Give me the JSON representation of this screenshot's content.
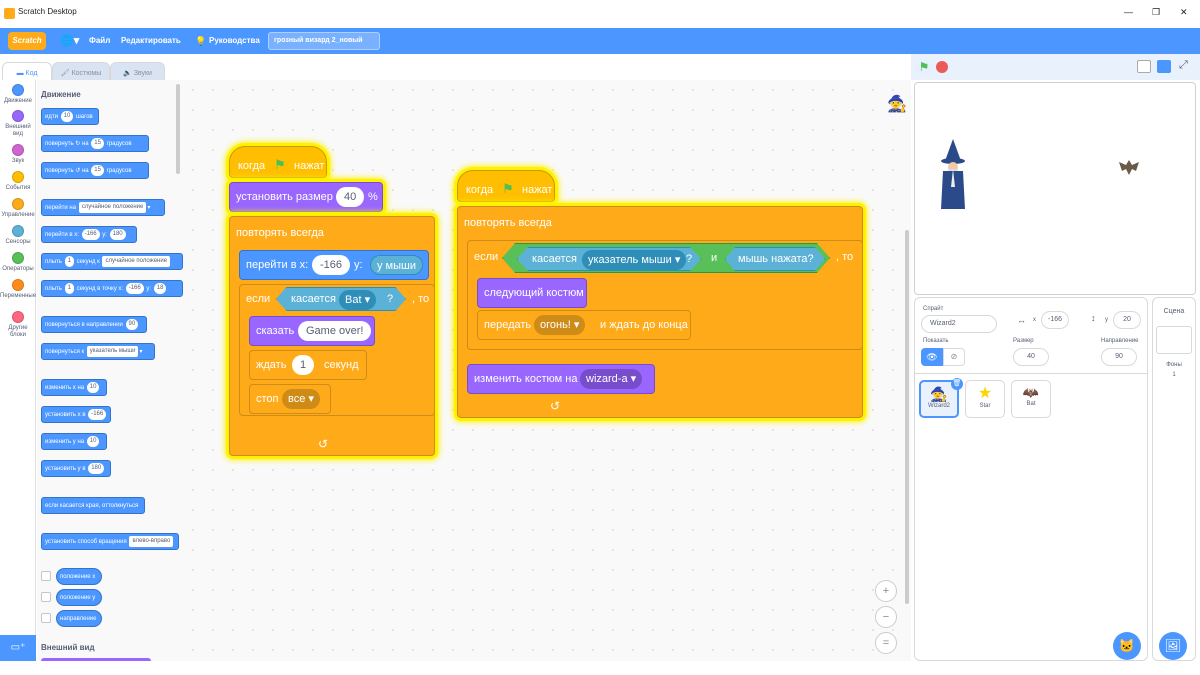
{
  "window": {
    "title": "Scratch Desktop",
    "controls": [
      "—",
      "❐",
      "✕"
    ]
  },
  "menubar": {
    "logo": "Scratch",
    "language_icon": "globe-icon",
    "file": "Файл",
    "edit": "Редактировать",
    "tutorials": "Руководства",
    "project_name": "грозный визард 2_новый"
  },
  "tabs": {
    "code": "Код",
    "costumes": "Костюмы",
    "sounds": "Звуки"
  },
  "categories": [
    {
      "label": "Движение",
      "color": "#4c97ff"
    },
    {
      "label": "Внешний вид",
      "color": "#9966ff"
    },
    {
      "label": "Звук",
      "color": "#cf63cf"
    },
    {
      "label": "События",
      "color": "#ffbf00"
    },
    {
      "label": "Управление",
      "color": "#ffab19"
    },
    {
      "label": "Сенсоры",
      "color": "#5cb1d6"
    },
    {
      "label": "Операторы",
      "color": "#59c059"
    },
    {
      "label": "Переменные",
      "color": "#ff8c1a"
    },
    {
      "label": "Другие блоки",
      "color": "#ff6680"
    }
  ],
  "palette": {
    "section_motion": "Движение",
    "move": {
      "a": "идти",
      "v": "10",
      "b": "шагов"
    },
    "turn_right": {
      "a": "повернуть",
      "b": "на",
      "v": "15",
      "c": "градусов"
    },
    "turn_left": {
      "a": "повернуть",
      "b": "на",
      "v": "15",
      "c": "градусов"
    },
    "goto": {
      "a": "перейти на",
      "v": "случайное положение"
    },
    "goto_xy": {
      "a": "перейти в x:",
      "x": "-166",
      "b": "y:",
      "y": "180"
    },
    "glide": {
      "a": "плыть",
      "v": "1",
      "b": "секунд к",
      "c": "случайное положение"
    },
    "glide_xy": {
      "a": "плыть",
      "v": "1",
      "b": "секунд в точку x:",
      "x": "-166",
      "c": "y:",
      "y": "18"
    },
    "point_dir": {
      "a": "повернуться в направлении",
      "v": "90"
    },
    "point_to": {
      "a": "повернуться к",
      "v": "указатель мыши"
    },
    "change_x": {
      "a": "изменить х на",
      "v": "10"
    },
    "set_x": {
      "a": "установить х в",
      "v": "-166"
    },
    "change_y": {
      "a": "изменить у на",
      "v": "10"
    },
    "set_y": {
      "a": "установить у в",
      "v": "180"
    },
    "bounce": "если касается края, оттолкнуться",
    "rot_style": {
      "a": "установить способ вращения",
      "v": "влево-вправо"
    },
    "rep_x": "положение x",
    "rep_y": "положение y",
    "rep_dir": "направление",
    "section_looks": "Внешний вид"
  },
  "script1": {
    "hat": {
      "a": "когда",
      "b": "нажат"
    },
    "setsize": {
      "a": "установить размер",
      "v": "40",
      "b": "%"
    },
    "forever": "повторять всегда",
    "goto": {
      "a": "перейти в x:",
      "x": "-166",
      "b": "y:",
      "y": "у мыши"
    },
    "if": {
      "a": "если",
      "b": "касается",
      "c": "Bat",
      "d": "?",
      "e": ", то"
    },
    "say": {
      "a": "сказать",
      "v": "Game over!"
    },
    "wait": {
      "a": "ждать",
      "v": "1",
      "b": "секунд"
    },
    "stop": {
      "a": "стоп",
      "v": "все"
    },
    "loop_arrow": "↺"
  },
  "script2": {
    "hat": {
      "a": "когда",
      "b": "нажат"
    },
    "forever": "повторять всегда",
    "if": {
      "a": "если",
      "b": "касается",
      "c": "указатель мыши",
      "d": "?",
      "e": "и",
      "f": "мышь нажата?",
      "g": ", то"
    },
    "next": "следующий костюм",
    "broadcast": {
      "a": "передать",
      "v": "огонь!",
      "b": "и ждать до конца"
    },
    "switch": {
      "a": "изменить костюм на",
      "v": "wizard-a"
    },
    "loop_arrow": "↺"
  },
  "sprite_info": {
    "sprite_label": "Спрайт",
    "sprite_name": "Wizard2",
    "x_label": "x",
    "x": "-166",
    "y_label": "y",
    "y": "20",
    "show_label": "Показать",
    "size_label": "Размер",
    "size": "40",
    "dir_label": "Направление",
    "dir": "90"
  },
  "sprites": [
    "Wizard2",
    "Star",
    "Bat"
  ],
  "stage_panel": {
    "title": "Сцена",
    "backdrops_label": "Фоны",
    "backdrops": "1"
  },
  "zoom": {
    "in": "+",
    "out": "−",
    "reset": "="
  }
}
